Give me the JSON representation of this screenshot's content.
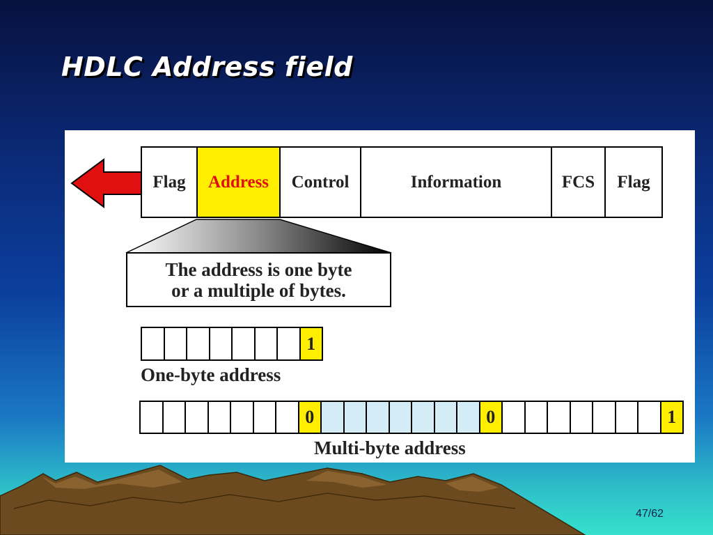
{
  "slide": {
    "title": "HDLC Address field",
    "page_number": "47/62"
  },
  "frame": {
    "fields": [
      {
        "label": "Flag",
        "highlight": false
      },
      {
        "label": "Address",
        "highlight": true
      },
      {
        "label": "Control",
        "highlight": false
      },
      {
        "label": "Information",
        "highlight": false
      },
      {
        "label": "FCS",
        "highlight": false
      },
      {
        "label": "Flag",
        "highlight": false
      }
    ]
  },
  "callout": {
    "line1": "The address is one byte",
    "line2": "or a multiple of bytes."
  },
  "one_byte": {
    "label": "One-byte address",
    "bits": [
      "",
      "",
      "",
      "",
      "",
      "",
      "",
      "1"
    ]
  },
  "multi_byte": {
    "label": "Multi-byte address",
    "bits": [
      "",
      "",
      "",
      "",
      "",
      "",
      "",
      "0",
      "",
      "",
      "",
      "",
      "",
      "",
      "",
      "0",
      "",
      "",
      "",
      "",
      "",
      "",
      "",
      "1"
    ]
  },
  "colors": {
    "highlight_yellow": "#ffee00",
    "address_text_red": "#e01010",
    "arrow_red": "#e01010",
    "middle_byte_blue": "#d4ecf6"
  }
}
